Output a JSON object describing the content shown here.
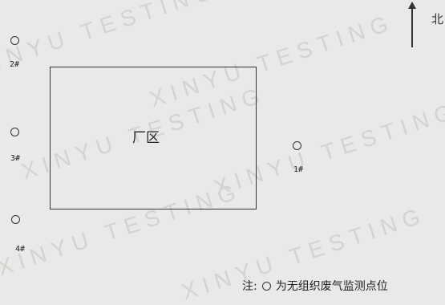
{
  "watermark": "XINYU TESTING",
  "plant": {
    "label": "厂区"
  },
  "north": {
    "label": "北"
  },
  "points": [
    {
      "id": "2#"
    },
    {
      "id": "3#"
    },
    {
      "id": "4#"
    },
    {
      "id": "1#"
    }
  ],
  "legend": {
    "prefix": "注:",
    "text": "为无组织废气监测点位"
  }
}
